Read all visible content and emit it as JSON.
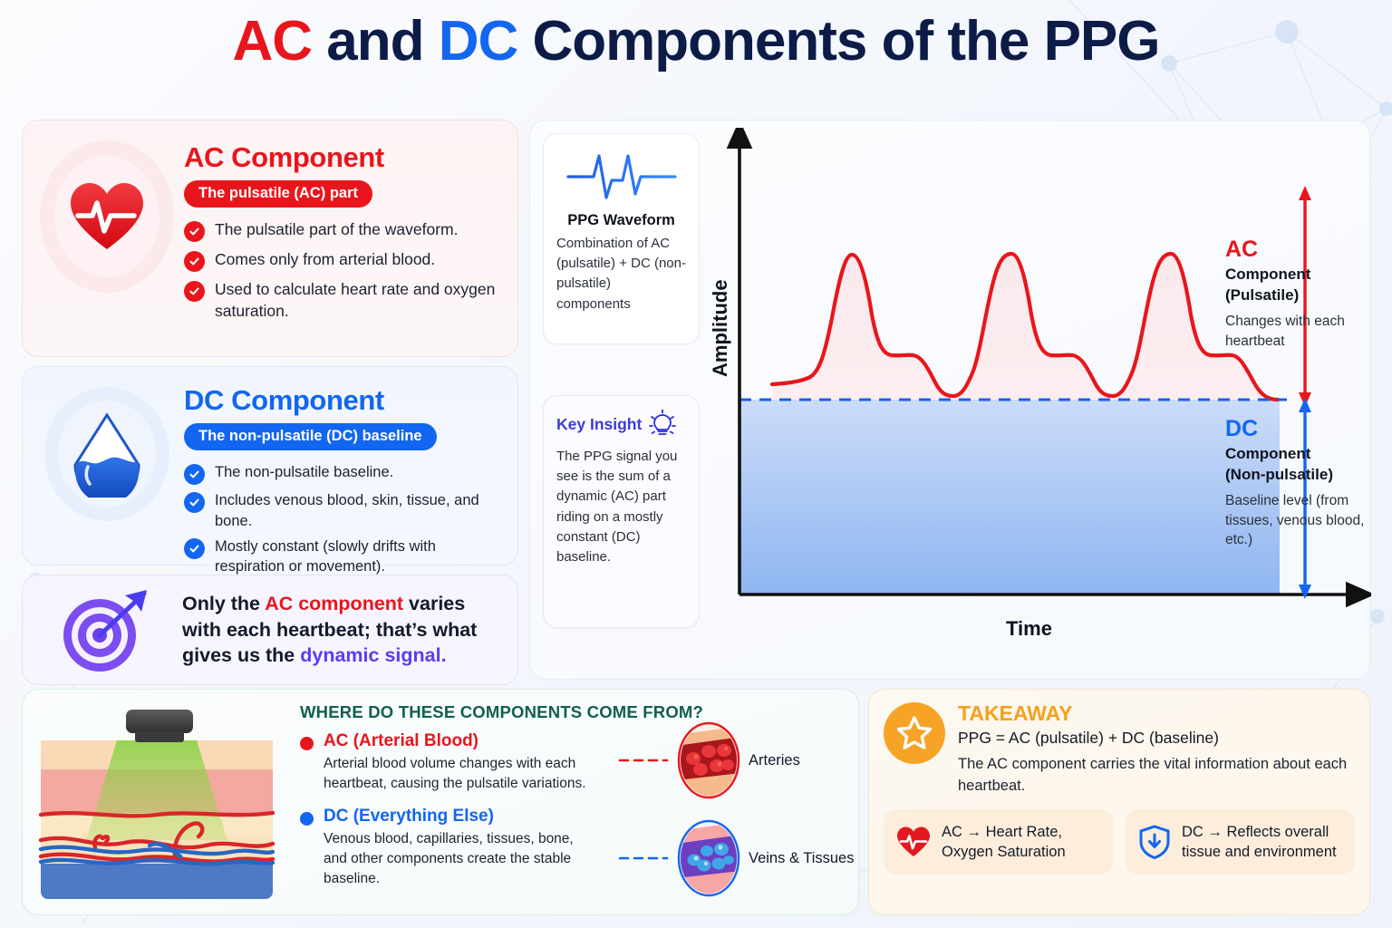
{
  "title": {
    "part1": "AC",
    "part2": " and ",
    "part3": "DC",
    "part4": " Components of the PPG",
    "colors": {
      "ac": "#e8161c",
      "dc": "#1366ef",
      "navy": "#0d1b47"
    }
  },
  "ac_card": {
    "icon": "heart-pulse-icon",
    "heading": "AC Component",
    "pill": "The pulsatile (AC) part",
    "bullets": [
      "The pulsatile part of the waveform.",
      "Comes only from arterial blood.",
      "Used to calculate heart rate and oxygen saturation."
    ]
  },
  "dc_card": {
    "icon": "water-drop-icon",
    "heading": "DC Component",
    "pill": "The non-pulsatile (DC) baseline",
    "bullets": [
      "The non-pulsatile baseline.",
      "Includes venous blood, skin, tissue, and bone.",
      "Mostly constant (slowly drifts with respiration or movement)."
    ]
  },
  "note_card": {
    "icon": "target-dart-icon",
    "line1_a": "Only the ",
    "line1_b": "AC component",
    "line1_c": " varies",
    "line2": "with each heartbeat; that’s what",
    "line3_a": "gives us the ",
    "line3_b": "dynamic signal."
  },
  "ppg_card": {
    "icon": "ecg-waveform-icon",
    "title": "PPG Waveform",
    "text": "Combination of AC (pulsatile) + DC (non-pulsatile) components"
  },
  "key_card": {
    "icon": "lightbulb-icon",
    "title": "Key Insight",
    "text": "The PPG signal you see is the sum of a dynamic (AC) part riding on a mostly constant (DC) baseline."
  },
  "chart_data": {
    "type": "line",
    "title": "",
    "xlabel": "Time",
    "ylabel": "Amplitude",
    "grid": false,
    "legend": "none",
    "baseline_label": "DC baseline (dashed)",
    "baseline_value": 40,
    "ylim": [
      0,
      100
    ],
    "xlim": [
      0,
      100
    ],
    "series": [
      {
        "name": "PPG waveform (AC riding on DC)",
        "color": "#e8161c",
        "fill": "#fbdcdf",
        "x": [
          2,
          7,
          11,
          14,
          16,
          18,
          20,
          23,
          26,
          28,
          31,
          34,
          37,
          40,
          42,
          45,
          48,
          50,
          52,
          54,
          57,
          60,
          62,
          65,
          68,
          71,
          74,
          77,
          79,
          82,
          85,
          88,
          91,
          94,
          97
        ],
        "y": [
          44,
          44,
          46,
          54,
          68,
          82,
          88,
          84,
          72,
          64,
          63,
          62,
          57,
          48,
          44,
          43,
          45,
          56,
          74,
          87,
          88,
          80,
          69,
          64,
          63,
          58,
          48,
          44,
          43,
          45,
          60,
          80,
          88,
          81,
          68
        ]
      },
      {
        "name": "DC component (constant block)",
        "color": "#1366ef",
        "fill_top": "#c3d7f7",
        "fill_bottom": "#93b6f2",
        "value": 40
      }
    ]
  },
  "annotations": {
    "ac": {
      "label": "AC",
      "sub1": "Component",
      "sub2": "(Pulsatile)",
      "desc": "Changes with each heartbeat",
      "arrow": "double-arrow-vertical-red"
    },
    "dc": {
      "label": "DC",
      "sub1": "Component",
      "sub2": "(Non-pulsatile)",
      "desc": "Baseline level (from tissues, venous blood, etc.)",
      "arrow": "double-arrow-vertical-blue"
    }
  },
  "origins": {
    "illustration": "skin-cross-section-sensor-icon",
    "title": "WHERE DO THESE COMPONENTS COME FROM?",
    "items": [
      {
        "dot": "red",
        "heading": "AC (Arterial Blood)",
        "text": "Arterial blood volume changes with each heartbeat, causing the pulsatile variations.",
        "vessel_icon": "artery-cross-section-icon",
        "vessel_label": "Arteries",
        "connector": "dashed-red"
      },
      {
        "dot": "blue",
        "heading": "DC (Everything Else)",
        "text": "Venous blood, capillaries, tissues, bone, and other components create the stable baseline.",
        "vessel_icon": "vein-cross-section-icon",
        "vessel_label": "Veins & Tissues",
        "connector": "dashed-blue"
      }
    ]
  },
  "takeaway": {
    "icon": "star-badge-icon",
    "title": "TAKEAWAY",
    "equation": "PPG = AC (pulsatile) + DC (baseline)",
    "text": "The AC component carries the vital information about each heartbeat.",
    "chips": [
      {
        "icon": "heart-pulse-icon",
        "line1": "AC → Heart Rate,",
        "line2": "Oxygen Saturation"
      },
      {
        "icon": "shield-down-icon",
        "line1": "DC → Reflects overall",
        "line2": "tissue and environment"
      }
    ]
  }
}
